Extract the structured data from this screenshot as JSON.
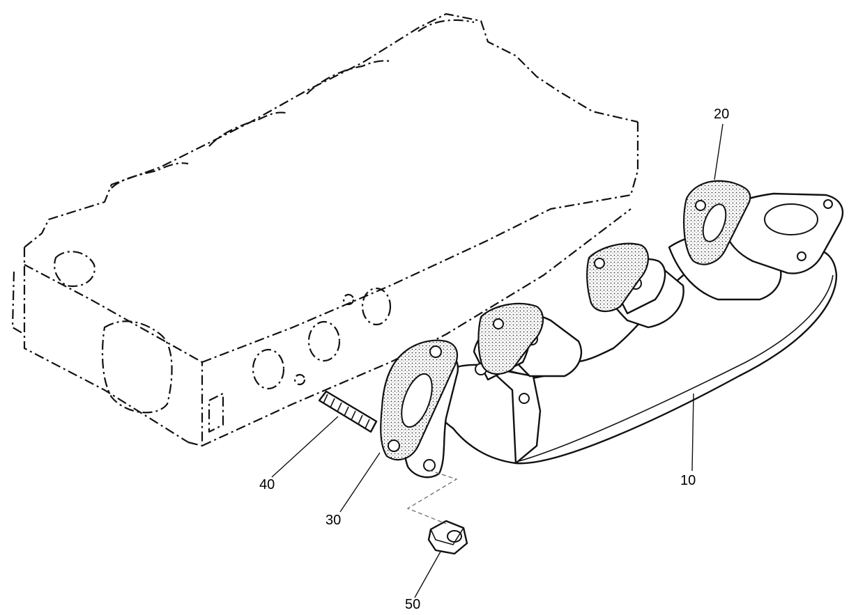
{
  "callouts": {
    "manifold": "10",
    "outlet_gasket": "20",
    "manifold_gasket": "30",
    "stud": "40",
    "nut": "50"
  }
}
